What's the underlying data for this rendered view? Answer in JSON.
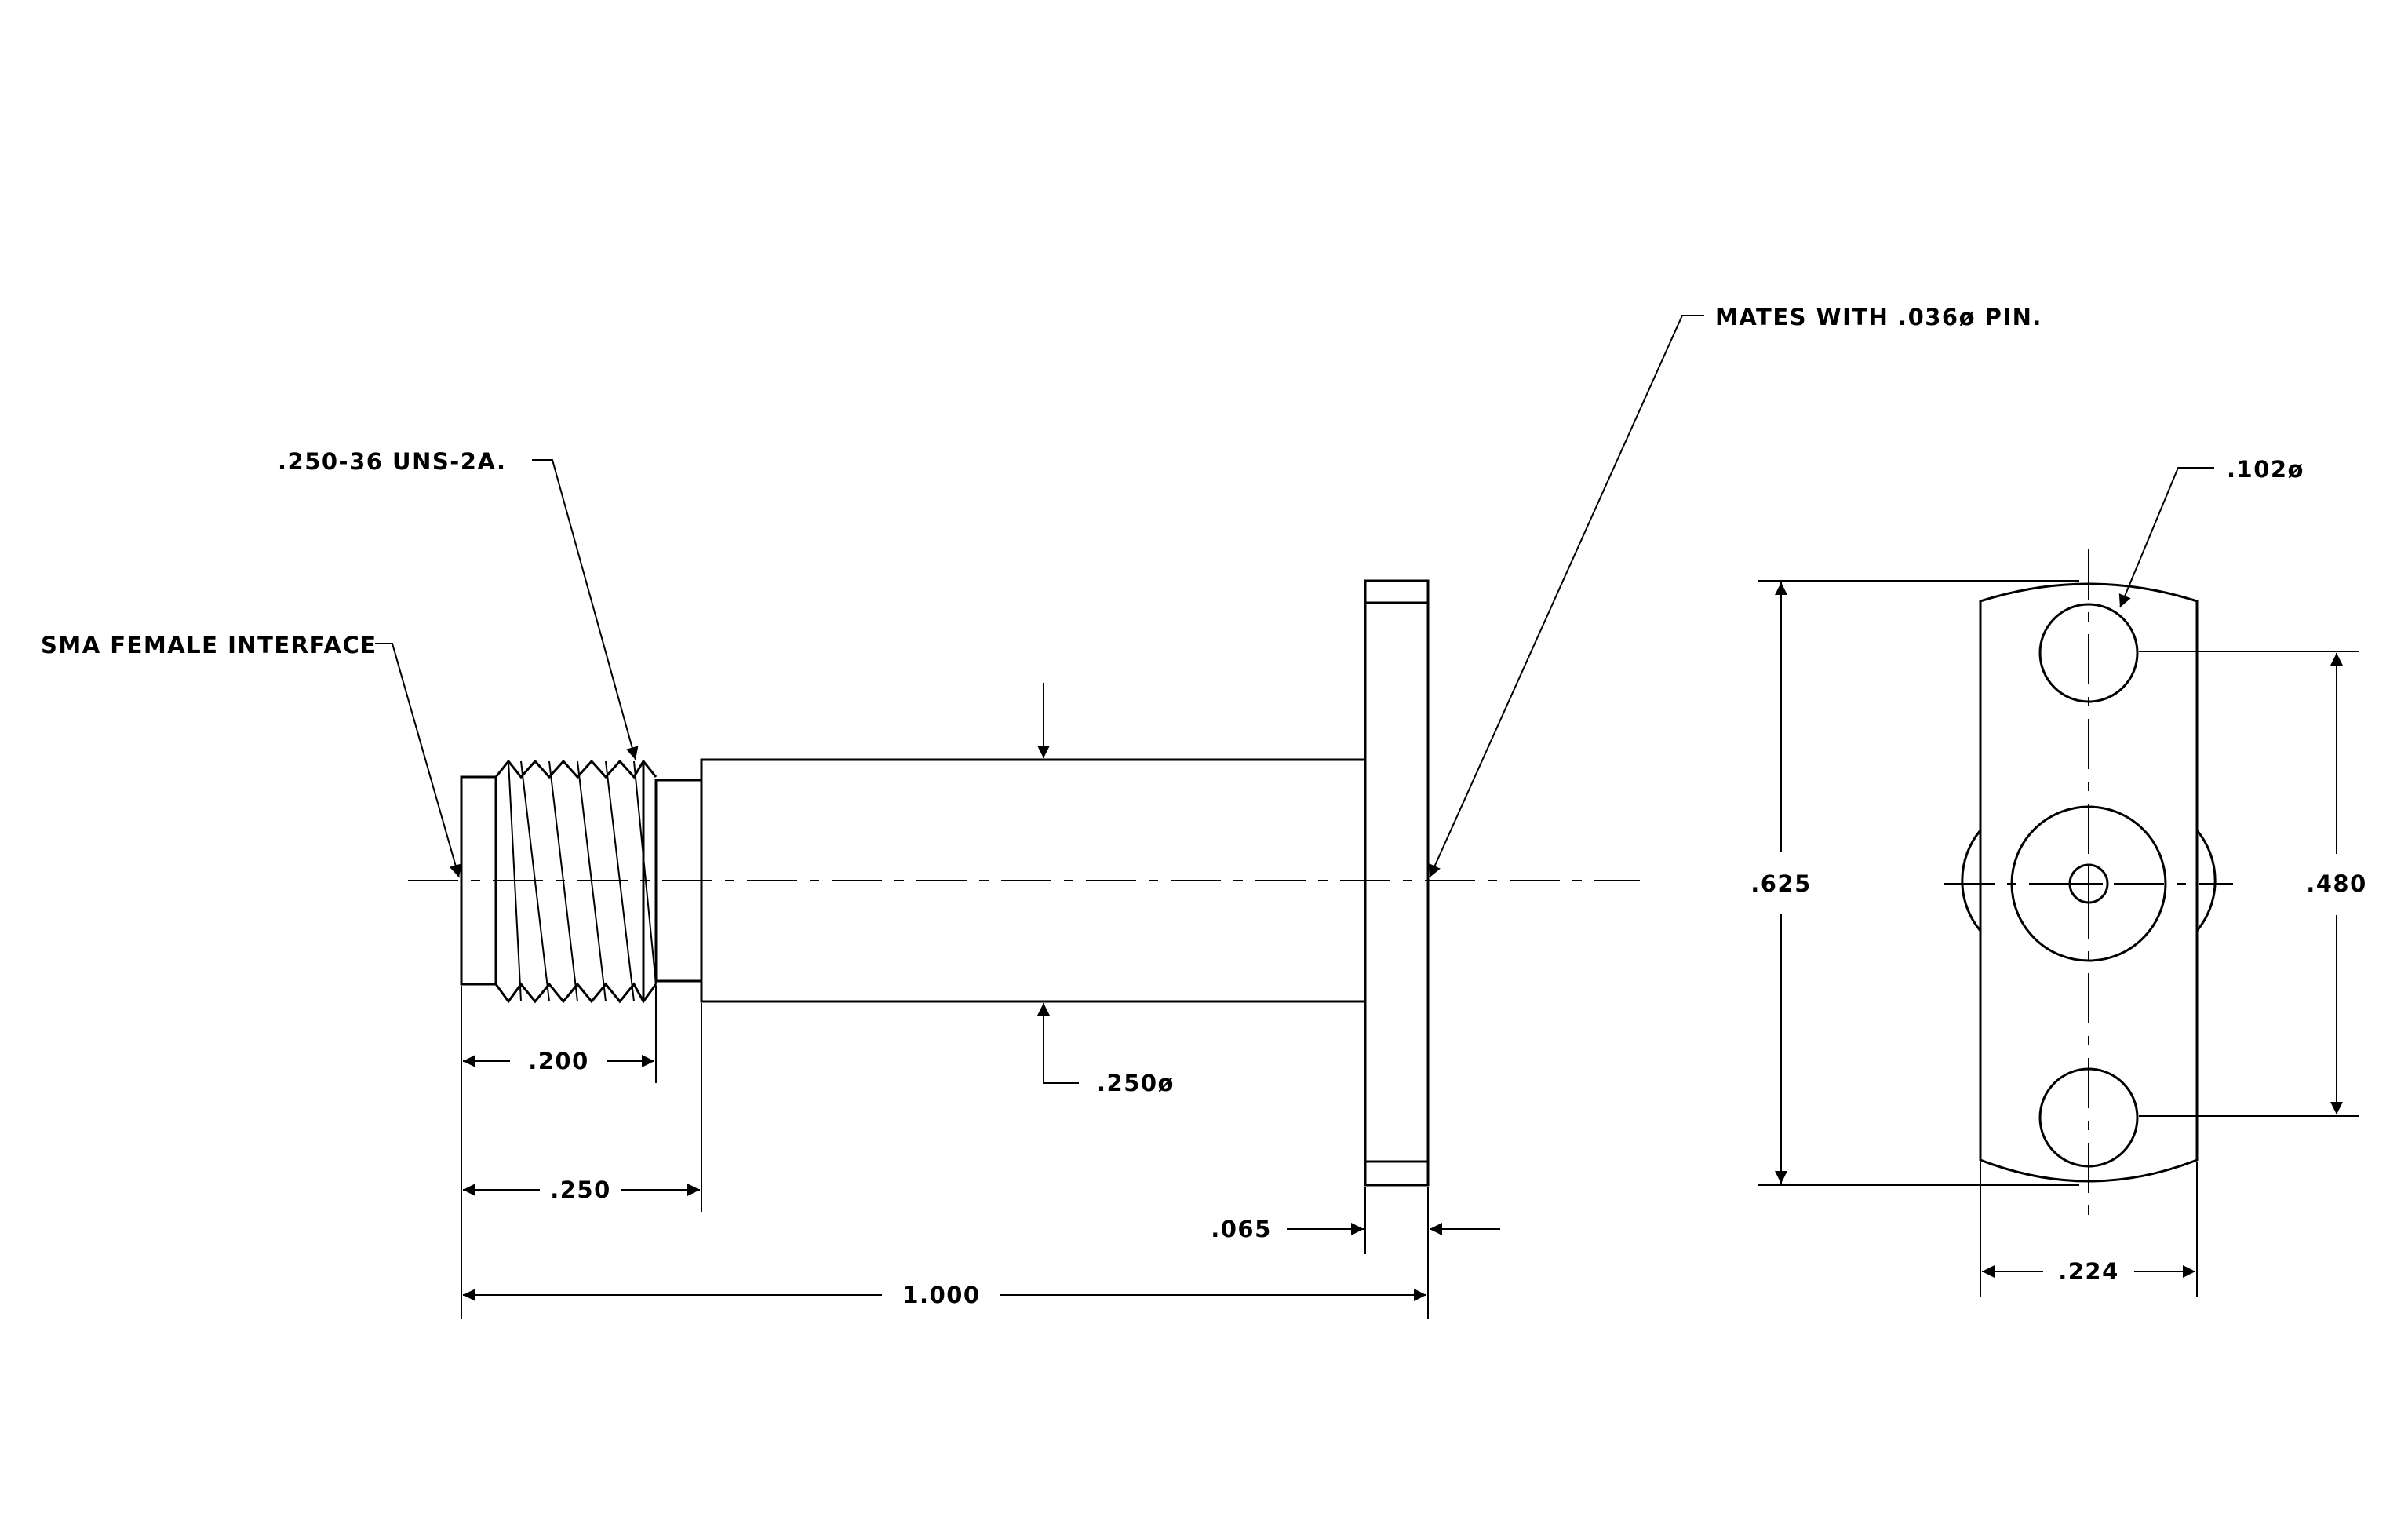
{
  "annotations": {
    "sma_female_interface": "SMA FEMALE INTERFACE",
    "thread_spec": ".250-36 UNS-2A.",
    "mates_with_pin": "MATES WITH .036ø PIN.",
    "hole_diameter": ".102ø"
  },
  "dimensions": {
    "thread_length": ".200",
    "body_offset": ".250",
    "body_diameter": ".250ø",
    "flange_thickness": ".065",
    "overall_length": "1.000",
    "flange_height": ".625",
    "hole_spacing": ".480",
    "flange_width": ".224"
  },
  "colors": {
    "line": "#000000",
    "background": "#ffffff"
  }
}
